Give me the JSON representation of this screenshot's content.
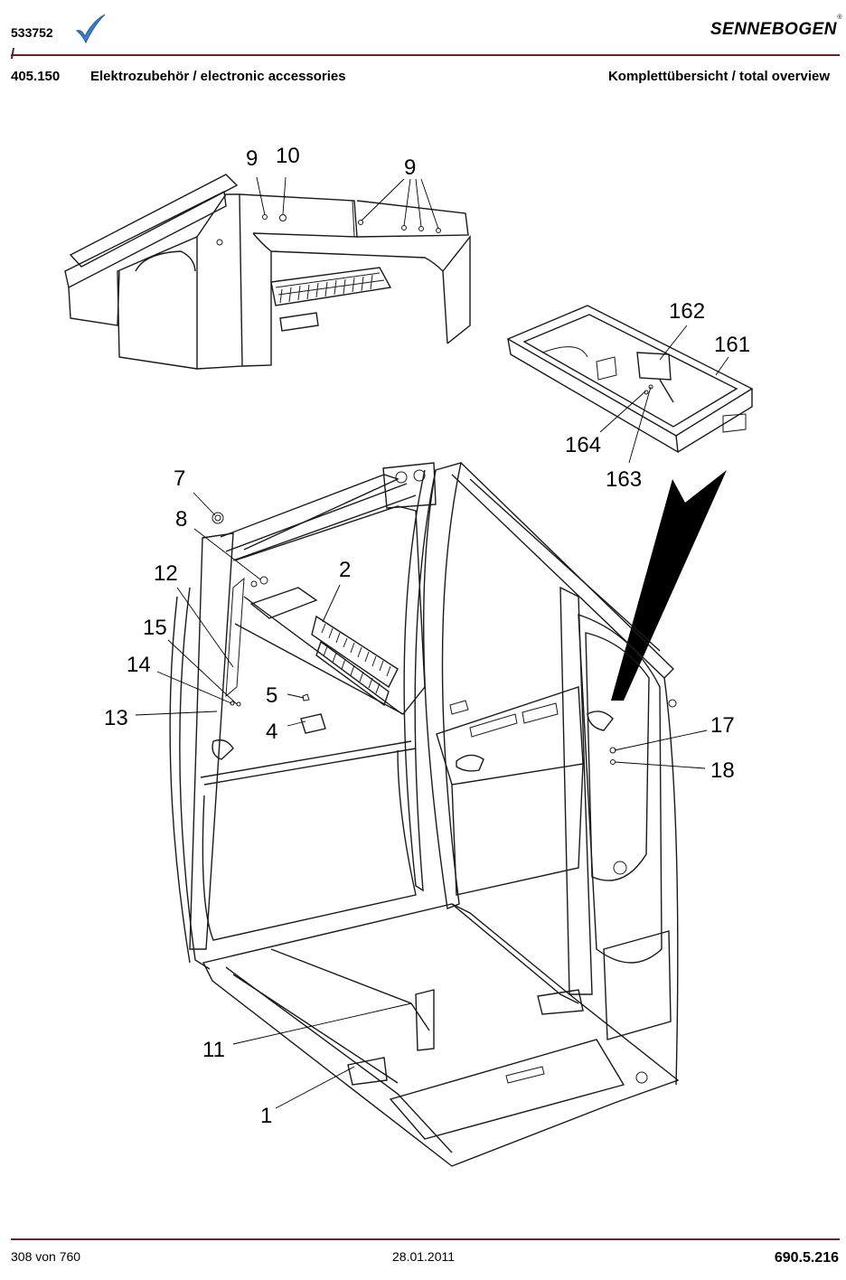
{
  "header": {
    "doc_id": "533752",
    "brand": "SENNEBOGEN",
    "group_number": "405.150",
    "group_title": "Elektrozubehör / electronic accessories",
    "overview_label": "Komplettübersicht / total overview"
  },
  "drawing": {
    "callouts": [
      "9",
      "10",
      "9",
      "162",
      "161",
      "164",
      "163",
      "7",
      "8",
      "12",
      "2",
      "15",
      "14",
      "5",
      "13",
      "4",
      "17",
      "18",
      "11",
      "1"
    ]
  },
  "footer": {
    "page_count": "308 von 760",
    "date": "28.01.2011",
    "doc_number": "690.5.216"
  },
  "colors": {
    "rule": "#6b1e2e",
    "check": "#3a7fc9"
  },
  "icons": [
    "checkmark-icon",
    "sennebogen-logo"
  ]
}
